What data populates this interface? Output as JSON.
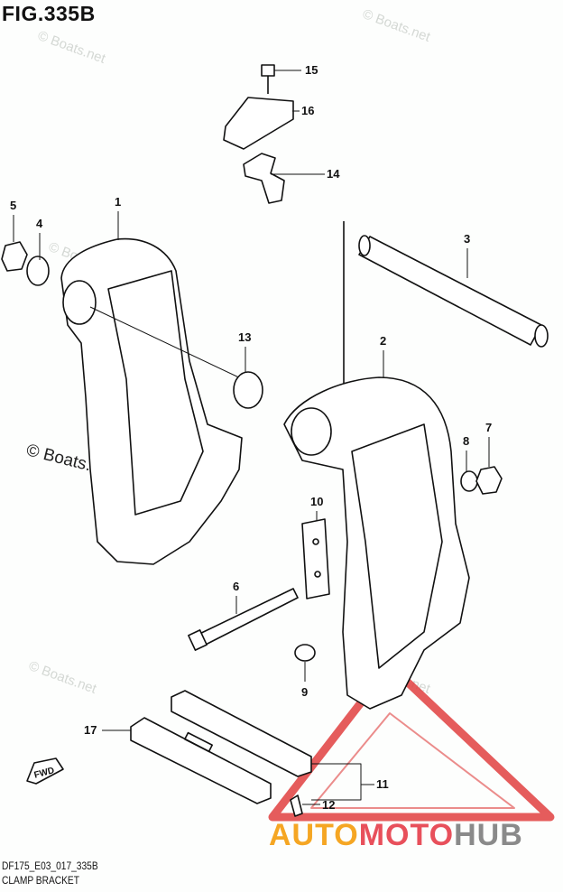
{
  "figure": {
    "title": "FIG.335B",
    "code": "DF175_E03_017_335B",
    "name": "CLAMP BRACKET"
  },
  "watermark": {
    "text": "© Boats.net"
  },
  "fwd_label": "FWD",
  "callouts": [
    "1",
    "2",
    "3",
    "4",
    "5",
    "6",
    "7",
    "8",
    "9",
    "10",
    "11",
    "12",
    "13",
    "14",
    "15",
    "16",
    "17"
  ],
  "logo": {
    "part1": "AUTO",
    "part2": "MOTO",
    "part3": "HUB",
    "colors": {
      "auto": "#f5a623",
      "moto": "#e8505b",
      "hub": "#8a8a8a",
      "triangle": "#e0403f"
    }
  }
}
